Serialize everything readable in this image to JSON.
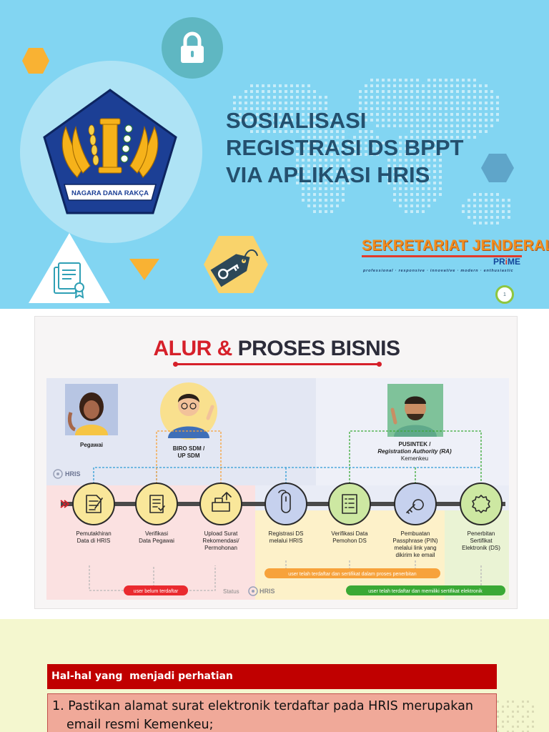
{
  "slide1": {
    "title_lines": [
      "SOSIALISASI",
      "REGISTRASI DS BPPT",
      "VIA APLIKASI HRIS"
    ],
    "emblem_motto": "NAGARA DANA RAKÇA",
    "brand": {
      "name": "SEKRETARIAT JENDERAL",
      "prime_prefix": "PR",
      "prime_i": "i",
      "prime_suffix": "ME",
      "tagline": "professional · responsive · innovative · modern · enthusiastic"
    },
    "page_number": "1",
    "icons": [
      "lock-icon",
      "key-tag-icon",
      "document-certificate-icon",
      "emblem-logo"
    ],
    "colors": {
      "background": "#82d5f2",
      "title": "#24506e",
      "accent_orange": "#f9b233",
      "brand_orange": "#f28d1f"
    }
  },
  "slide2": {
    "heading_part1": "ALUR & ",
    "heading_part2": "PROSES BISNIS",
    "actors": [
      {
        "name": "Pegawai"
      },
      {
        "name": "BIRO SDM /",
        "name2": "UP SDM"
      },
      {
        "name": "PUSINTEK /",
        "name2": "Registration Authority (RA)",
        "name3": "Kemenkeu"
      }
    ],
    "hris_label": "HRIS",
    "status_label": "Status",
    "status_hris": "HRIS",
    "steps": [
      {
        "l1": "Pemutakhiran",
        "l2": "Data di HRIS",
        "l3": "",
        "l4": ""
      },
      {
        "l1": "Verifikasi",
        "l2": "Data Pegawai",
        "l3": "",
        "l4": ""
      },
      {
        "l1": "Upload Surat",
        "l2": "Rekomendasi/",
        "l3": "Permohonan",
        "l4": ""
      },
      {
        "l1": "Registrasi DS",
        "l2": "melalui HRIS",
        "l3": "",
        "l4": ""
      },
      {
        "l1": "Verifikasi Data",
        "l2": "Pemohon DS",
        "l3": "",
        "l4": ""
      },
      {
        "l1": "Pembuatan",
        "l2": "Passphrase (PIN)",
        "l3": "melalui link yang",
        "l4": "dikirim ke email"
      },
      {
        "l1": "Penerbitan",
        "l2": "Sertifikat",
        "l3": "Elektronik (DS)",
        "l4": ""
      }
    ],
    "status_pills": {
      "red": "user belum terdaftar",
      "orange": "user telah terdaftar dan sertifikat dalam proses penerbitan",
      "green": "user telah terdaftar dan memiliki sertifikat elektronik"
    },
    "colors": {
      "red": "#ea2a2f",
      "orange": "#f7a23b",
      "green": "#3aa935",
      "blue_dash": "#2f9bd6",
      "step_circle_yellow": "#f9e79a",
      "step_circle_blue": "#c6d1ee",
      "step_circle_green": "#cde8a2"
    }
  },
  "slide3": {
    "header": "Hal-hal yang  menjadi perhatian",
    "item1_line1": "1. Pastikan alamat surat elektronik terdaftar pada HRIS merupakan",
    "item1_line2": "email resmi Kemenkeu;"
  }
}
